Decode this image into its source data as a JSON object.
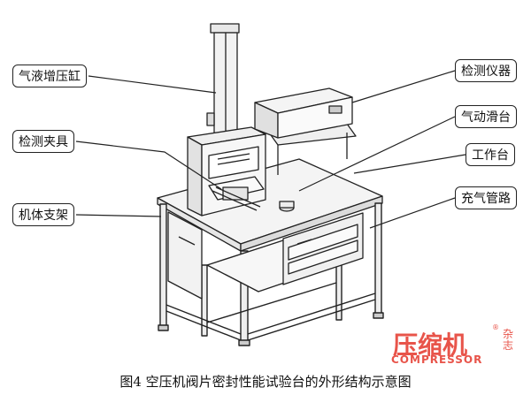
{
  "labels": {
    "cylinder": "气液增压缸",
    "fixture": "检测夹具",
    "frame": "机体支架",
    "instrument": "检测仪器",
    "slide": "气动滑台",
    "table": "工作台",
    "air_line": "充气管路"
  },
  "caption": "图4  空压机阀片密封性能试验台的外形结构示意图",
  "logo": {
    "main": "压缩机",
    "magazine": "杂志",
    "sub": "COMPRESSOR",
    "reg": "®",
    "color": "#e8544a"
  }
}
